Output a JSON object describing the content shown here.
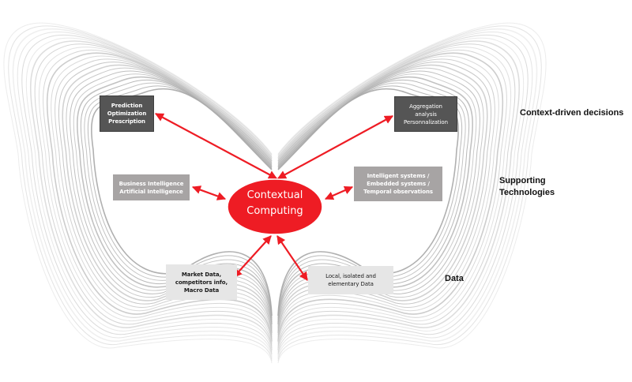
{
  "center": {
    "line1": "Contextual",
    "line2": "Computing",
    "color": "#ee1c24"
  },
  "boxes": {
    "prediction": [
      "Prediction",
      "Optimization",
      "Prescription"
    ],
    "aggregation": [
      "Aggregation",
      "analysis",
      "Personnalization"
    ],
    "business": [
      "Business Intelligence",
      "Artificial Intelligence"
    ],
    "intelligent": [
      "Intelligent systems /",
      "Embedded systems /",
      "Temporal observations"
    ],
    "market": [
      "Market Data,",
      "competitors info,",
      "Macro  Data"
    ],
    "local": [
      "Local, isolated and",
      "elementary Data"
    ]
  },
  "layers": {
    "decisions": "Context-driven decisions",
    "technologies_line1": "Supporting",
    "technologies_line2": "Technologies",
    "data": "Data"
  },
  "colors": {
    "arrow": "#ee1c24",
    "dark_box": "#555555",
    "mid_box": "#a7a4a4",
    "light_box": "#e6e6e6"
  }
}
